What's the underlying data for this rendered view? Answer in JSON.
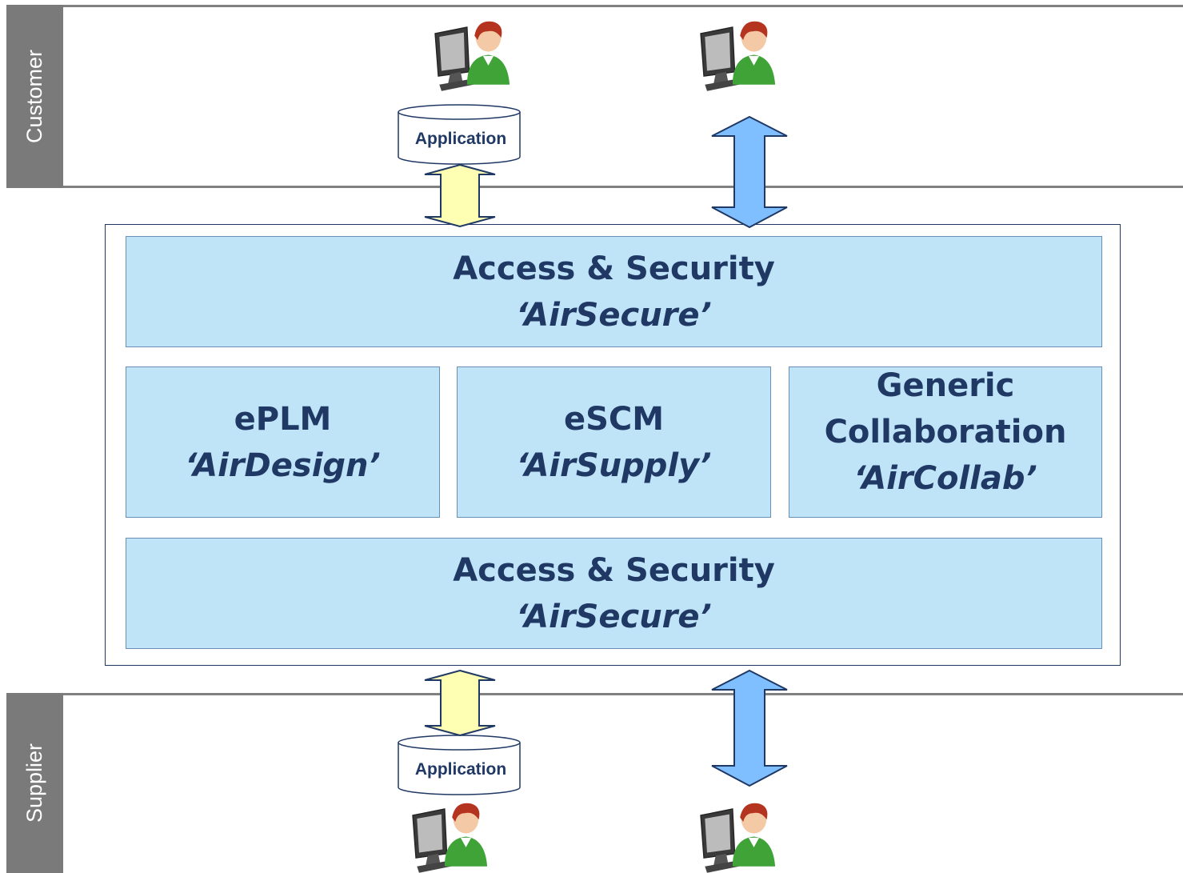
{
  "lanes": {
    "customer": "Customer",
    "supplier": "Supplier"
  },
  "application_label": "Application",
  "blocks": {
    "security_top": {
      "title": "Access & Security",
      "subtitle": "‘AirSecure’"
    },
    "eplm": {
      "title": "ePLM",
      "subtitle": "‘AirDesign’"
    },
    "escm": {
      "title": "eSCM",
      "subtitle": "‘AirSupply’"
    },
    "generic": {
      "title_line1": "Generic",
      "title_line2": "Collaboration",
      "subtitle": "‘AirCollab’"
    },
    "security_bottom": {
      "title": "Access & Security",
      "subtitle": "‘AirSecure’"
    }
  },
  "icons": [
    "user-workstation-icon",
    "application-database-icon",
    "double-arrow-icon"
  ],
  "colors": {
    "block_fill": "#bfe3f7",
    "text": "#1f3864",
    "yellow_arrow": "#ffffb3",
    "blue_arrow": "#7fbfff",
    "lane_label": "#7a7a7a"
  }
}
